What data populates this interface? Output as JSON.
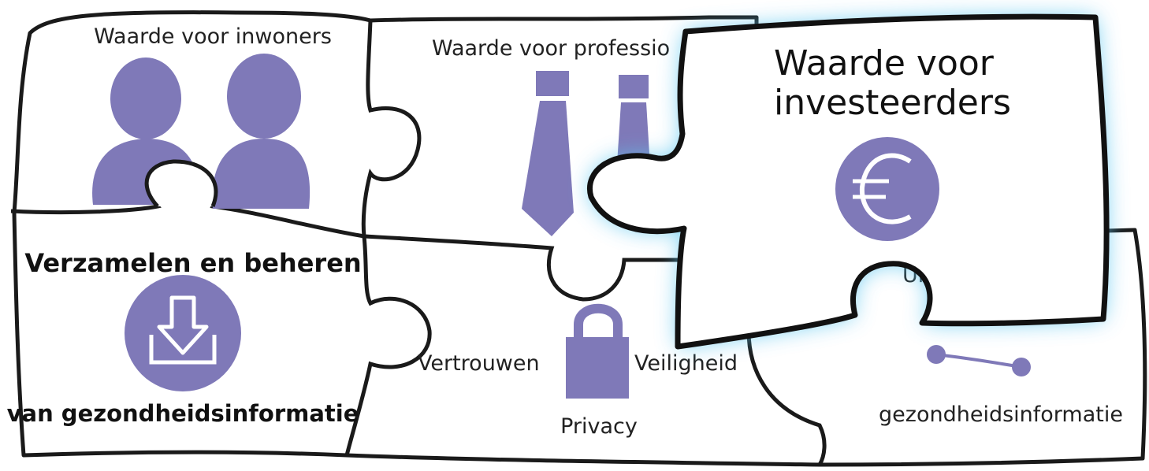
{
  "pieces": {
    "inwoners": {
      "title": "Waarde voor inwoners"
    },
    "professionals": {
      "title": "Waarde voor professio"
    },
    "investeerders": {
      "title_line1": "Waarde voor",
      "title_line2": "investeerders"
    },
    "verzamelen": {
      "title": "Verzamelen en beheren",
      "subtitle": "van gezondheidsinformatie"
    },
    "vertrouwen": {
      "left": "Vertrouwen",
      "right": "Veiligheid",
      "bottom": "Privacy"
    },
    "uitwisselen": {
      "partial": "Uit",
      "bottom": "gezondheidsinformatie"
    }
  },
  "icons": [
    "people-icon",
    "ties-icon",
    "euro-icon",
    "download-icon",
    "lock-icon",
    "network-icon"
  ],
  "colors": {
    "accent": "#7f79b8",
    "outline": "#1a1a1a",
    "glow": "#5cc6f0",
    "shadow": "#c4c4c4",
    "background": "#ffffff"
  }
}
